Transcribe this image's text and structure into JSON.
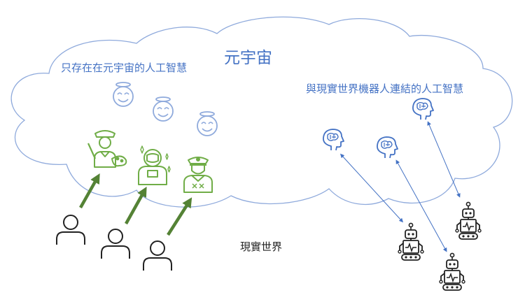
{
  "title": "元宇宙",
  "metaverse_only_ai_label": "只存在在元宇宙的人工智慧",
  "real_connected_ai_label": "與現實世界機器人連結的人工智慧",
  "real_world_label": "現實世界",
  "colors": {
    "cloud_outline": "#8faadc",
    "text_blue": "#4472c4",
    "avatar_green": "#70ad47",
    "arrow_green": "#548235",
    "person": "#222222",
    "robot": "#222222",
    "link_blue": "#4472c4"
  },
  "icons": {
    "halo_faces": [
      "smiling-face-with-halo-icon",
      "smiling-face-with-halo-icon",
      "smiling-face-with-halo-icon"
    ],
    "avatars": [
      "painter-avatar-icon",
      "astronaut-avatar-icon",
      "police-officer-avatar-icon"
    ],
    "people": [
      "person-icon",
      "person-icon",
      "person-icon"
    ],
    "ai_heads": [
      "ai-head-icon",
      "ai-head-icon",
      "ai-head-icon"
    ],
    "robots": [
      "robot-icon",
      "robot-icon",
      "robot-icon"
    ]
  }
}
